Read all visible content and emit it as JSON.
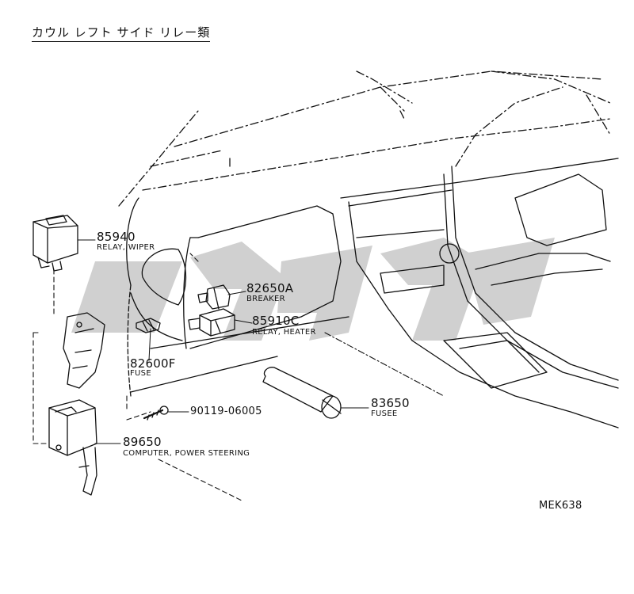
{
  "title": "カウル レフト サイド リレー類",
  "watermark": "cygc",
  "diagram_code": "MEK638",
  "parts": [
    {
      "number": "85940",
      "description": "RELAY, WIPER"
    },
    {
      "number": "82650A",
      "description": "BREAKER"
    },
    {
      "number": "85910C",
      "description": "RELAY, HEATER"
    },
    {
      "number": "82600F",
      "description": "FUSE"
    },
    {
      "number": "90119-06005",
      "description": ""
    },
    {
      "number": "83650",
      "description": "FUSEE"
    },
    {
      "number": "89650",
      "description": "COMPUTER, POWER STEERING"
    }
  ],
  "colors": {
    "ink": "#111111",
    "watermark": "#c8c8c8"
  }
}
